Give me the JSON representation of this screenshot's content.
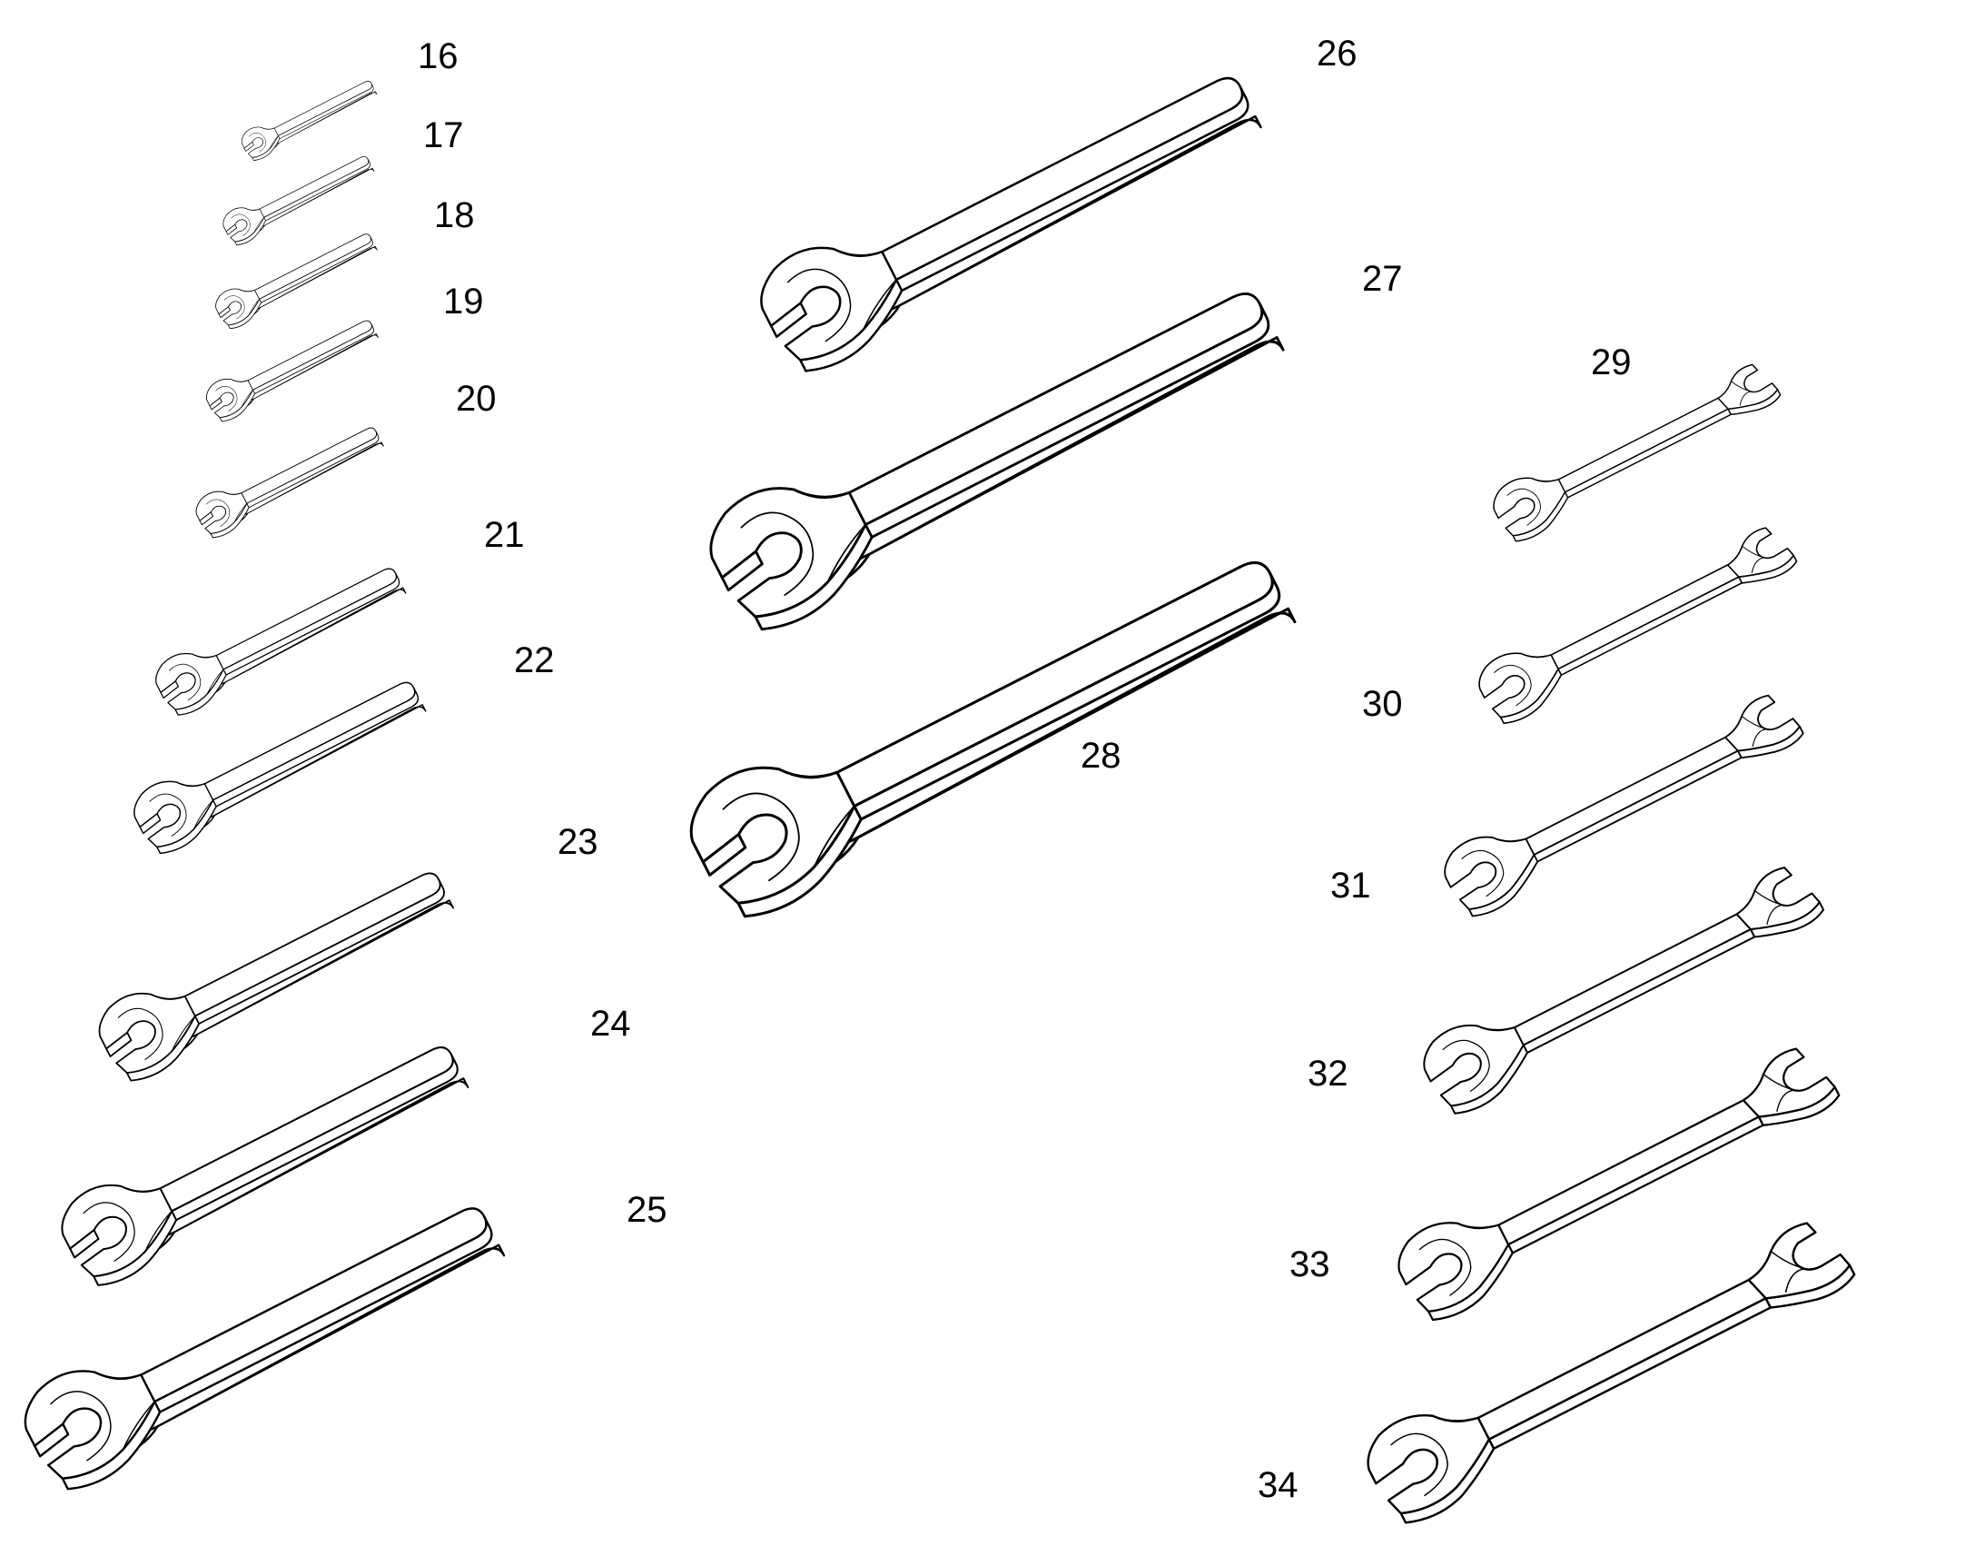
{
  "colors": {
    "line": "#000000",
    "fill": "#ffffff",
    "background": "#ffffff"
  },
  "wrenches": [
    {
      "id": "16",
      "label": "16",
      "kind": "single",
      "icon": "open-end-wrench-icon"
    },
    {
      "id": "17",
      "label": "17",
      "kind": "single",
      "icon": "open-end-wrench-icon"
    },
    {
      "id": "18",
      "label": "18",
      "kind": "single",
      "icon": "open-end-wrench-icon"
    },
    {
      "id": "19",
      "label": "19",
      "kind": "single",
      "icon": "open-end-wrench-icon"
    },
    {
      "id": "20",
      "label": "20",
      "kind": "single",
      "icon": "open-end-wrench-icon"
    },
    {
      "id": "21",
      "label": "21",
      "kind": "single",
      "icon": "open-end-wrench-icon"
    },
    {
      "id": "22",
      "label": "22",
      "kind": "single",
      "icon": "open-end-wrench-icon"
    },
    {
      "id": "23",
      "label": "23",
      "kind": "single",
      "icon": "open-end-wrench-icon"
    },
    {
      "id": "24",
      "label": "24",
      "kind": "single",
      "icon": "open-end-wrench-icon"
    },
    {
      "id": "25",
      "label": "25",
      "kind": "single",
      "icon": "open-end-wrench-icon"
    },
    {
      "id": "26",
      "label": "26",
      "kind": "single",
      "icon": "open-end-wrench-icon"
    },
    {
      "id": "27",
      "label": "27",
      "kind": "single",
      "icon": "open-end-wrench-icon"
    },
    {
      "id": "28",
      "label": "28",
      "kind": "single",
      "icon": "open-end-wrench-icon"
    },
    {
      "id": "29",
      "label": "29",
      "kind": "double",
      "icon": "double-open-end-wrench-icon"
    },
    {
      "id": "30",
      "label": "30",
      "kind": "double",
      "icon": "double-open-end-wrench-icon"
    },
    {
      "id": "31",
      "label": "31",
      "kind": "double",
      "icon": "double-open-end-wrench-icon"
    },
    {
      "id": "32",
      "label": "32",
      "kind": "double",
      "icon": "double-open-end-wrench-icon"
    },
    {
      "id": "33",
      "label": "33",
      "kind": "double",
      "icon": "double-open-end-wrench-icon"
    },
    {
      "id": "34",
      "label": "34",
      "kind": "double",
      "icon": "double-open-end-wrench-icon"
    }
  ]
}
